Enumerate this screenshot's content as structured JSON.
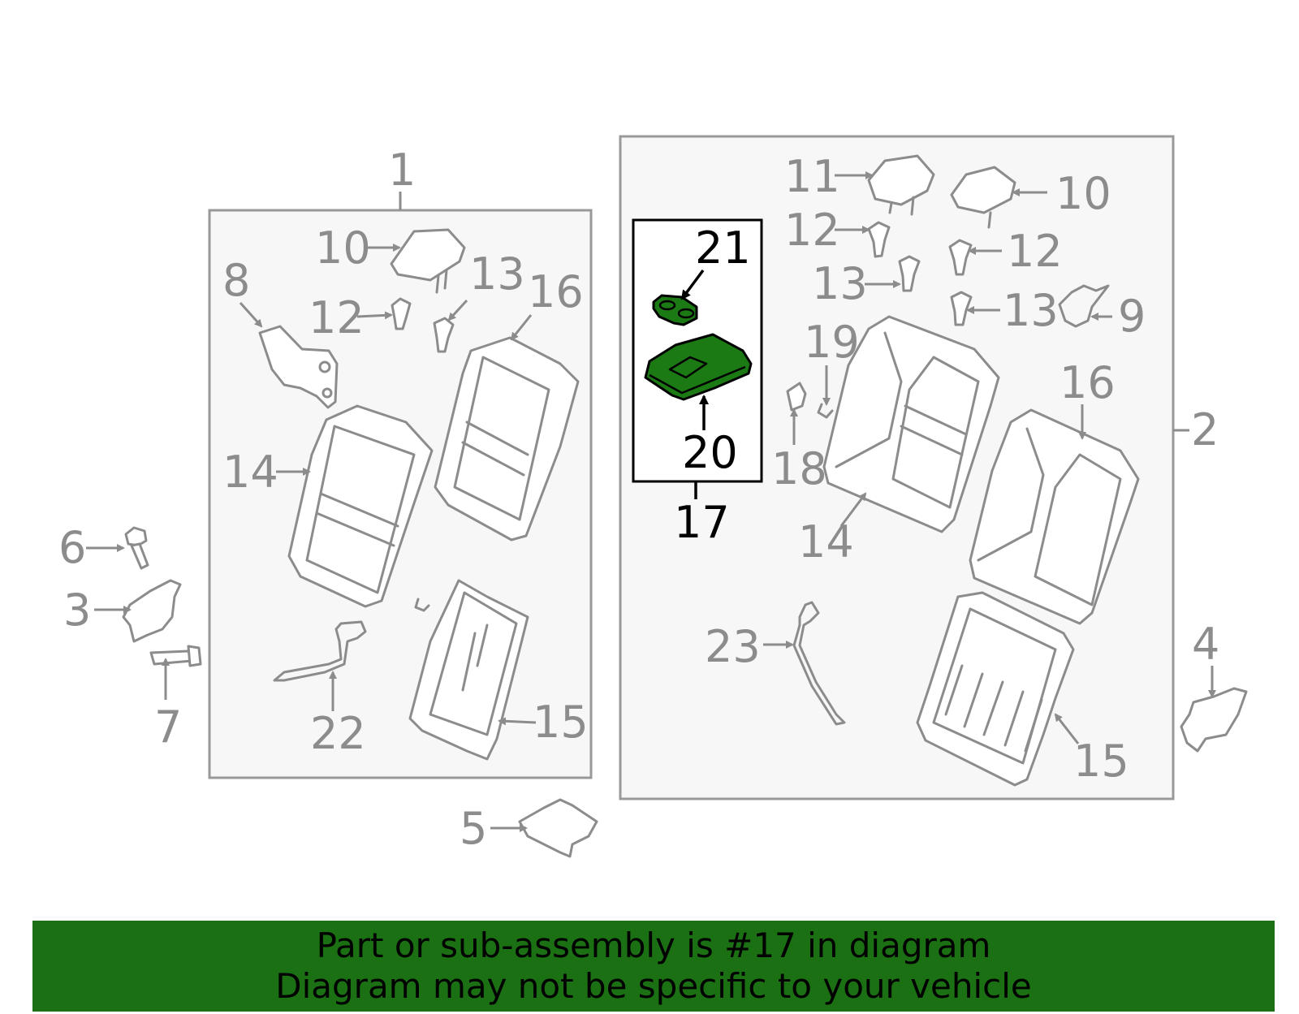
{
  "colors": {
    "highlight": "#1c7a14",
    "banner": "#1a7013",
    "line": "#8c8c8c",
    "panel": "#f7f7f7"
  },
  "callouts": {
    "c1": "1",
    "c2": "2",
    "c3": "3",
    "c4": "4",
    "c5": "5",
    "c6": "6",
    "c7": "7",
    "c8": "8",
    "c9": "9",
    "c10a": "10",
    "c10b": "10",
    "c11": "11",
    "c12a": "12",
    "c12b": "12",
    "c12c": "12",
    "c13a": "13",
    "c13b": "13",
    "c13c": "13",
    "c14a": "14",
    "c14b": "14",
    "c15a": "15",
    "c15b": "15",
    "c16a": "16",
    "c16b": "16",
    "c17": "17",
    "c18": "18",
    "c19": "19",
    "c20": "20",
    "c21": "21",
    "c22": "22",
    "c23": "23"
  },
  "banner": {
    "line1": "Part or sub-assembly is #17 in diagram",
    "line2": "Diagram may not be specific to your vehicle"
  }
}
